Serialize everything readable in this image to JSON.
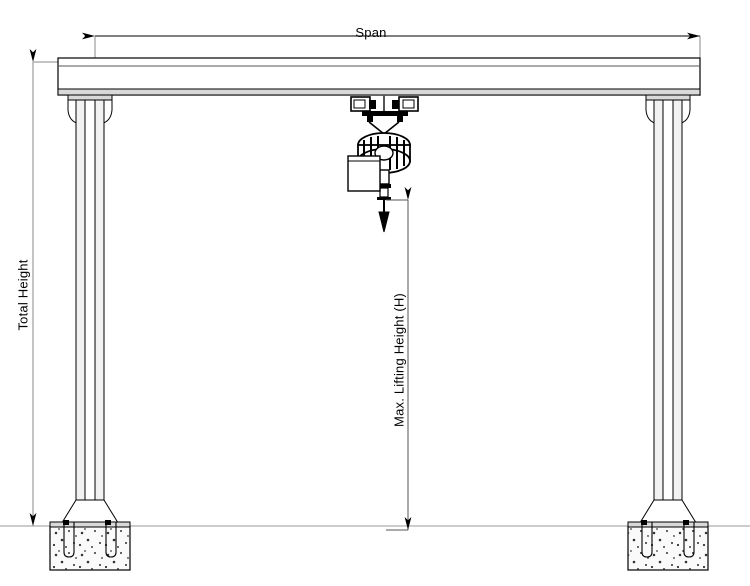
{
  "drawing": {
    "title": "Gantry Crane Elevation Drawing",
    "type": "technical-line-drawing",
    "background_color": "#ffffff",
    "line_color": "#000000",
    "fill_light": "#f2f2f2",
    "fill_mid": "#d9d9d9"
  },
  "dimensions": {
    "span": {
      "label": "Span",
      "orientation": "horizontal",
      "arrow_both_ends": true
    },
    "total_height": {
      "label": "Total Height",
      "orientation": "vertical",
      "arrow_both_ends": true
    },
    "max_lifting_height": {
      "label": "Max. Lifting Height (H)",
      "orientation": "vertical",
      "arrow_both_ends": true
    }
  },
  "components": {
    "main_beam": "main-beam-girder",
    "left_leg": "left-support-leg",
    "right_leg": "right-support-leg",
    "left_gusset": "left-gusset-haunch",
    "right_gusset": "right-gusset-haunch",
    "left_foundation": "left-concrete-foundation",
    "right_foundation": "right-concrete-foundation",
    "ground_line": "ground-level-line",
    "trolley": "trolley-assembly",
    "hoist": "electric-hoist-body",
    "hook": "lifting-hook",
    "chain": "load-chain",
    "pendant": "control-pendant-box"
  }
}
